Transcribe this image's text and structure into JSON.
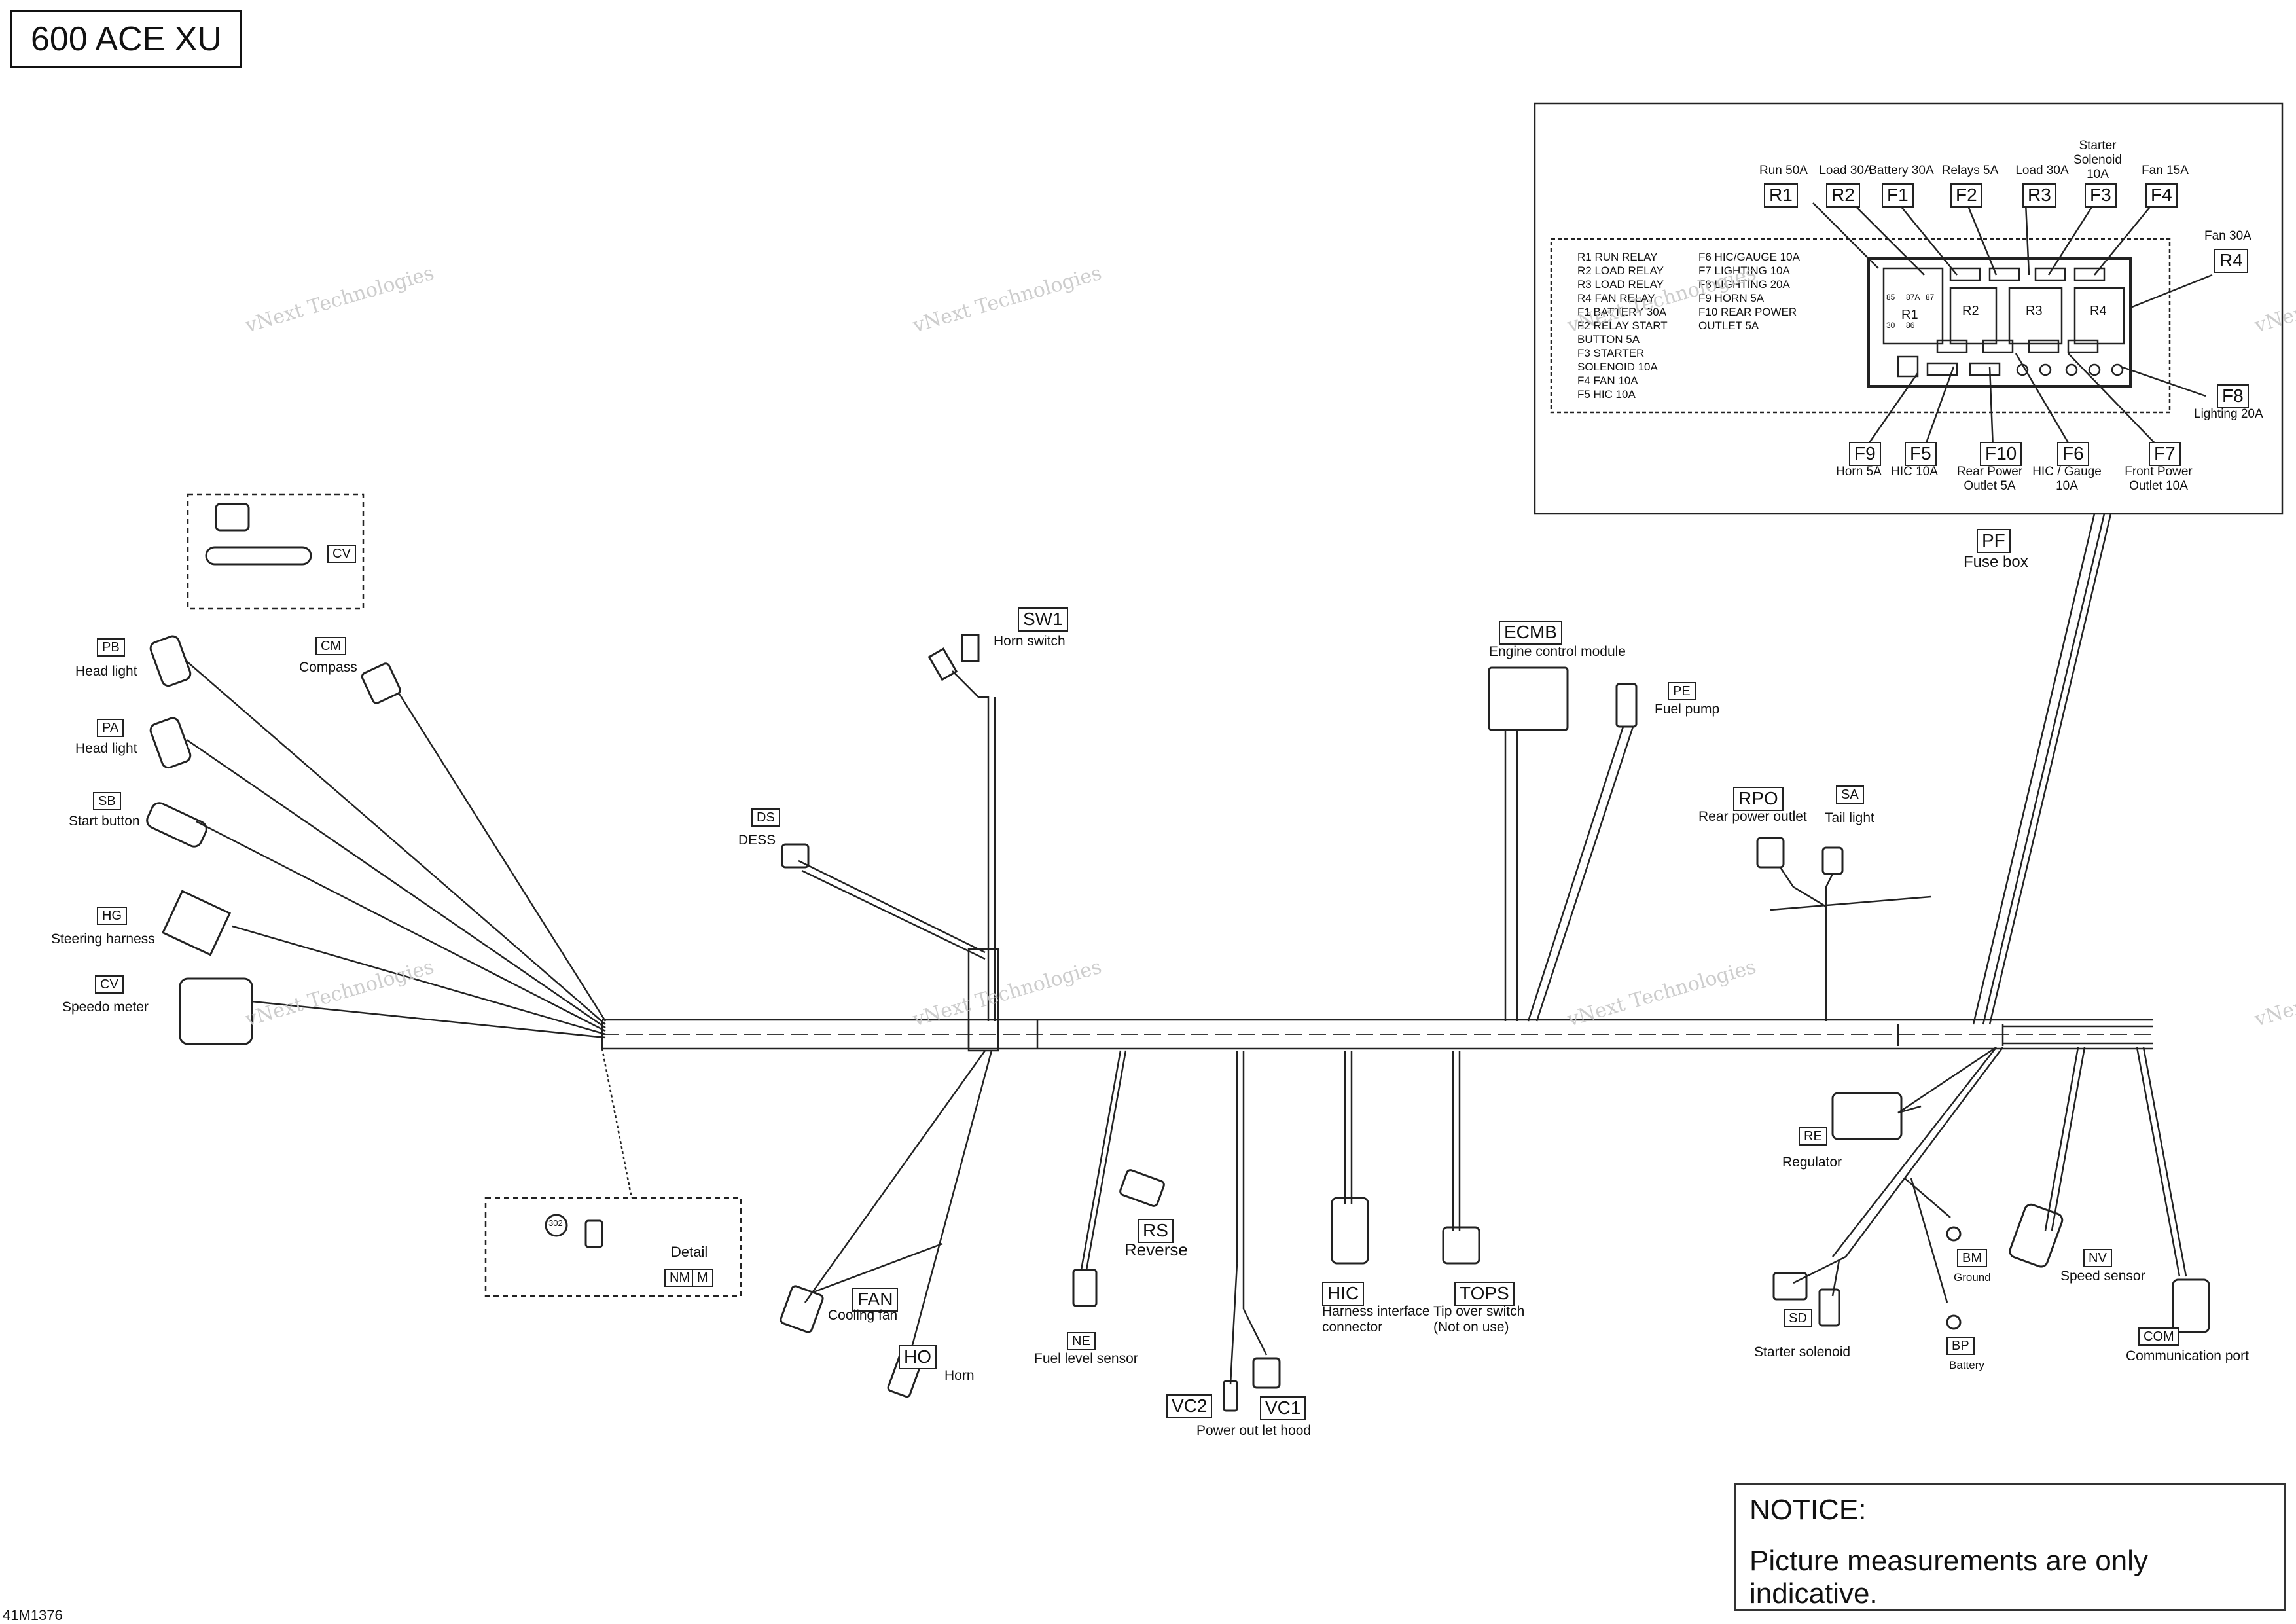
{
  "title": "600 ACE XU",
  "figure_number": "41M1376",
  "notice": {
    "title": "NOTICE:",
    "text": "Picture measurements are only indicative."
  },
  "watermark": "vNext Technologies",
  "fuse_box": {
    "code": "PF",
    "label": "Fuse box",
    "top_labels": [
      {
        "code": "R1",
        "label": "Run 50A"
      },
      {
        "code": "R2",
        "label": "Load 30A"
      },
      {
        "code": "F1",
        "label": "Battery 30A"
      },
      {
        "code": "F2",
        "label": "Relays 5A"
      },
      {
        "code": "R3",
        "label": "Load 30A"
      },
      {
        "code": "F3",
        "label": "Starter Solenoid 10A"
      },
      {
        "code": "F4",
        "label": "Fan 15A"
      }
    ],
    "right_labels": [
      {
        "code": "R4",
        "label": "Fan 30A"
      },
      {
        "code": "F8",
        "label": "Lighting 20A"
      }
    ],
    "bottom_labels": [
      {
        "code": "F9",
        "label": "Horn 5A"
      },
      {
        "code": "F5",
        "label": "HIC 10A"
      },
      {
        "code": "F10",
        "label": "Rear Power Outlet 5A"
      },
      {
        "code": "F6",
        "label": "HIC / Gauge 10A"
      },
      {
        "code": "F7",
        "label": "Front Power Outlet 10A"
      }
    ],
    "legend_left": [
      "R1  RUN RELAY",
      "R2  LOAD RELAY",
      "R3  LOAD RELAY",
      "R4  FAN RELAY",
      "F1  BATTERY 30A",
      "F2  RELAY START",
      "      BUTTON 5A",
      "F3  STARTER",
      "      SOLENOID 10A",
      "F4  FAN 10A",
      "F5  HIC 10A"
    ],
    "legend_right": [
      "F6  HIC/GAUGE 10A",
      "F7  LIGHTING 10A",
      "F8  LIGHTING 20A",
      "F9  HORN 5A",
      "F10 REAR POWER",
      "      OUTLET 5A"
    ],
    "block_relays": [
      "R1",
      "R2",
      "R3",
      "R4"
    ],
    "block_pins": [
      "85",
      "87A",
      "87",
      "30",
      "86"
    ]
  },
  "components": [
    {
      "id": "pb",
      "code": "PB",
      "label": "Head light"
    },
    {
      "id": "pa",
      "code": "PA",
      "label": "Head light"
    },
    {
      "id": "sb",
      "code": "SB",
      "label": "Start button"
    },
    {
      "id": "hg",
      "code": "HG",
      "label": "Steering harness"
    },
    {
      "id": "cv",
      "code": "CV",
      "label": "Speedo meter"
    },
    {
      "id": "cm",
      "code": "CM",
      "label": "Compass"
    },
    {
      "id": "sw1",
      "code": "SW1",
      "label": "Horn switch"
    },
    {
      "id": "ds",
      "code": "DS",
      "label": "DESS"
    },
    {
      "id": "ecmb",
      "code": "ECMB",
      "label": "Engine control module"
    },
    {
      "id": "pe",
      "code": "PE",
      "label": "Fuel pump"
    },
    {
      "id": "rpo",
      "code": "RPO",
      "label": "Rear power outlet"
    },
    {
      "id": "sa",
      "code": "SA",
      "label": "Tail light"
    },
    {
      "id": "re",
      "code": "RE",
      "label": "Regulator"
    },
    {
      "id": "bm",
      "code": "BM",
      "label": "Ground"
    },
    {
      "id": "bp",
      "code": "BP",
      "label": "Battery"
    },
    {
      "id": "nv",
      "code": "NV",
      "label": "Speed sensor"
    },
    {
      "id": "sd",
      "code": "SD",
      "label": "Starter solenoid"
    },
    {
      "id": "com",
      "code": "COM",
      "label": "Communication port"
    },
    {
      "id": "fan",
      "code": "FAN",
      "label": "Cooling fan"
    },
    {
      "id": "ho",
      "code": "HO",
      "label": "Horn"
    },
    {
      "id": "ne",
      "code": "NE",
      "label": "Fuel level sensor"
    },
    {
      "id": "rs",
      "code": "RS",
      "label": "Reverse"
    },
    {
      "id": "vc2",
      "code": "VC2",
      "label": ""
    },
    {
      "id": "vc1",
      "code": "VC1",
      "label": "Power out let hood"
    },
    {
      "id": "hic",
      "code": "HIC",
      "label": "Harness interface connector"
    },
    {
      "id": "tops",
      "code": "TOPS",
      "label": "Tip over switch (Not on use)"
    }
  ],
  "detail": {
    "label": "Detail",
    "callout": "302",
    "tags": [
      "NM",
      "M"
    ]
  },
  "compass_detail": {
    "tag": "CV"
  },
  "colors": {
    "line": "#222222",
    "watermark": "#c8c8c8"
  }
}
